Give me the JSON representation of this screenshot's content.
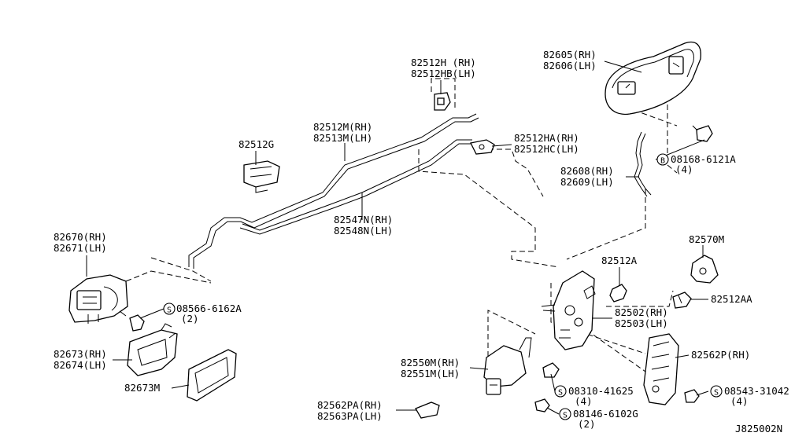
{
  "diagram_id": "J825002N",
  "labels": {
    "p82605_rh": "82605(RH)",
    "p82606_lh": "82606(LH)",
    "p82512H_rh": "82512H (RH)",
    "p82512HB_lh": "82512HB(LH)",
    "p82512M_rh": "82512M(RH)",
    "p82513M_lh": "82513M(LH)",
    "p82512HA_rh": "82512HA(RH)",
    "p82512HC_lh": "82512HC(LH)",
    "p82512G": "82512G",
    "p08168": "08168-6121A",
    "p08168_qty": "(4)",
    "p82608_rh": "82608(RH)",
    "p82609_lh": "82609(LH)",
    "p82547N_rh": "82547N(RH)",
    "p82548N_lh": "82548N(LH)",
    "p82670_rh": "82670(RH)",
    "p82671_lh": "82671(LH)",
    "p82570M": "82570M",
    "p82512A": "82512A",
    "p08566": "08566-6162A",
    "p08566_qty": "(2)",
    "p82512AA": "82512AA",
    "p82502_rh": "82502(RH)",
    "p82503_lh": "82503(LH)",
    "p82673_rh": "82673(RH)",
    "p82674_lh": "82674(LH)",
    "p82562P_rh": "82562P(RH)",
    "p82550M_rh": "82550M(RH)",
    "p82551M_lh": "82551M(LH)",
    "p82673M": "82673M",
    "p08310": "08310-41625",
    "p08310_qty": "(4)",
    "p08543": "08543-31042",
    "p08543_qty": "(4)",
    "p82562PA_rh": "82562PA(RH)",
    "p82563PA_lh": "82563PA(LH)",
    "p08146": "08146-6102G",
    "p08146_qty": "(2)"
  },
  "symbols": {
    "bolt_b": "B",
    "screw_s": "S"
  }
}
